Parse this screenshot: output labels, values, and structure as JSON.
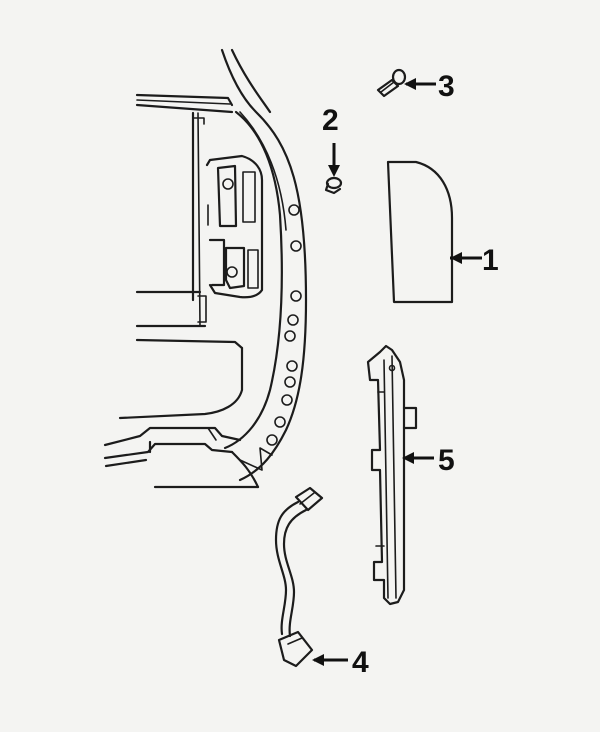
{
  "callouts": [
    {
      "id": "1",
      "label": "1"
    },
    {
      "id": "2",
      "label": "2"
    },
    {
      "id": "3",
      "label": "3"
    },
    {
      "id": "4",
      "label": "4"
    },
    {
      "id": "5",
      "label": "5"
    }
  ],
  "colors": {
    "ink": "#1c1c1c",
    "paper": "#f4f4f2"
  }
}
